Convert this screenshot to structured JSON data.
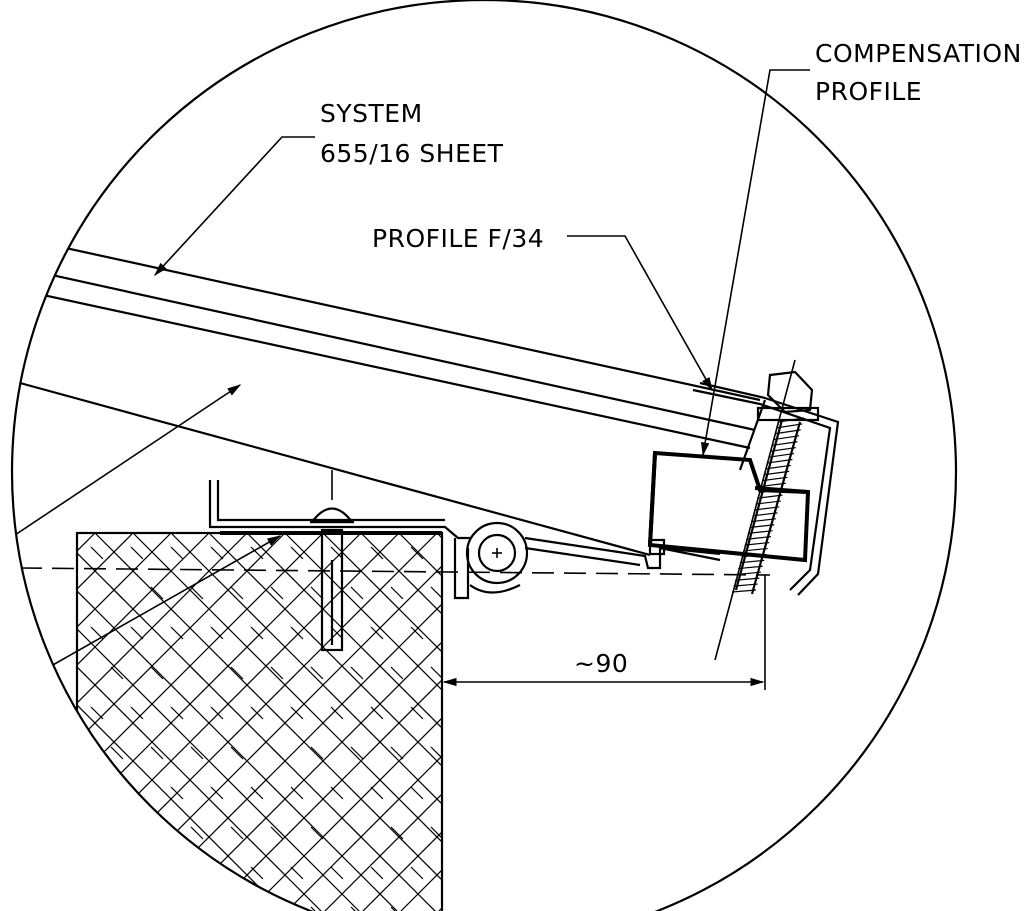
{
  "labels": {
    "system_line1": "SYSTEM",
    "system_line2": "655/16 SHEET",
    "profile_f34": "PROFILE F/34",
    "compensation_line1": "COMPENSATION",
    "compensation_line2": "PROFILE",
    "dimension": "~90"
  }
}
